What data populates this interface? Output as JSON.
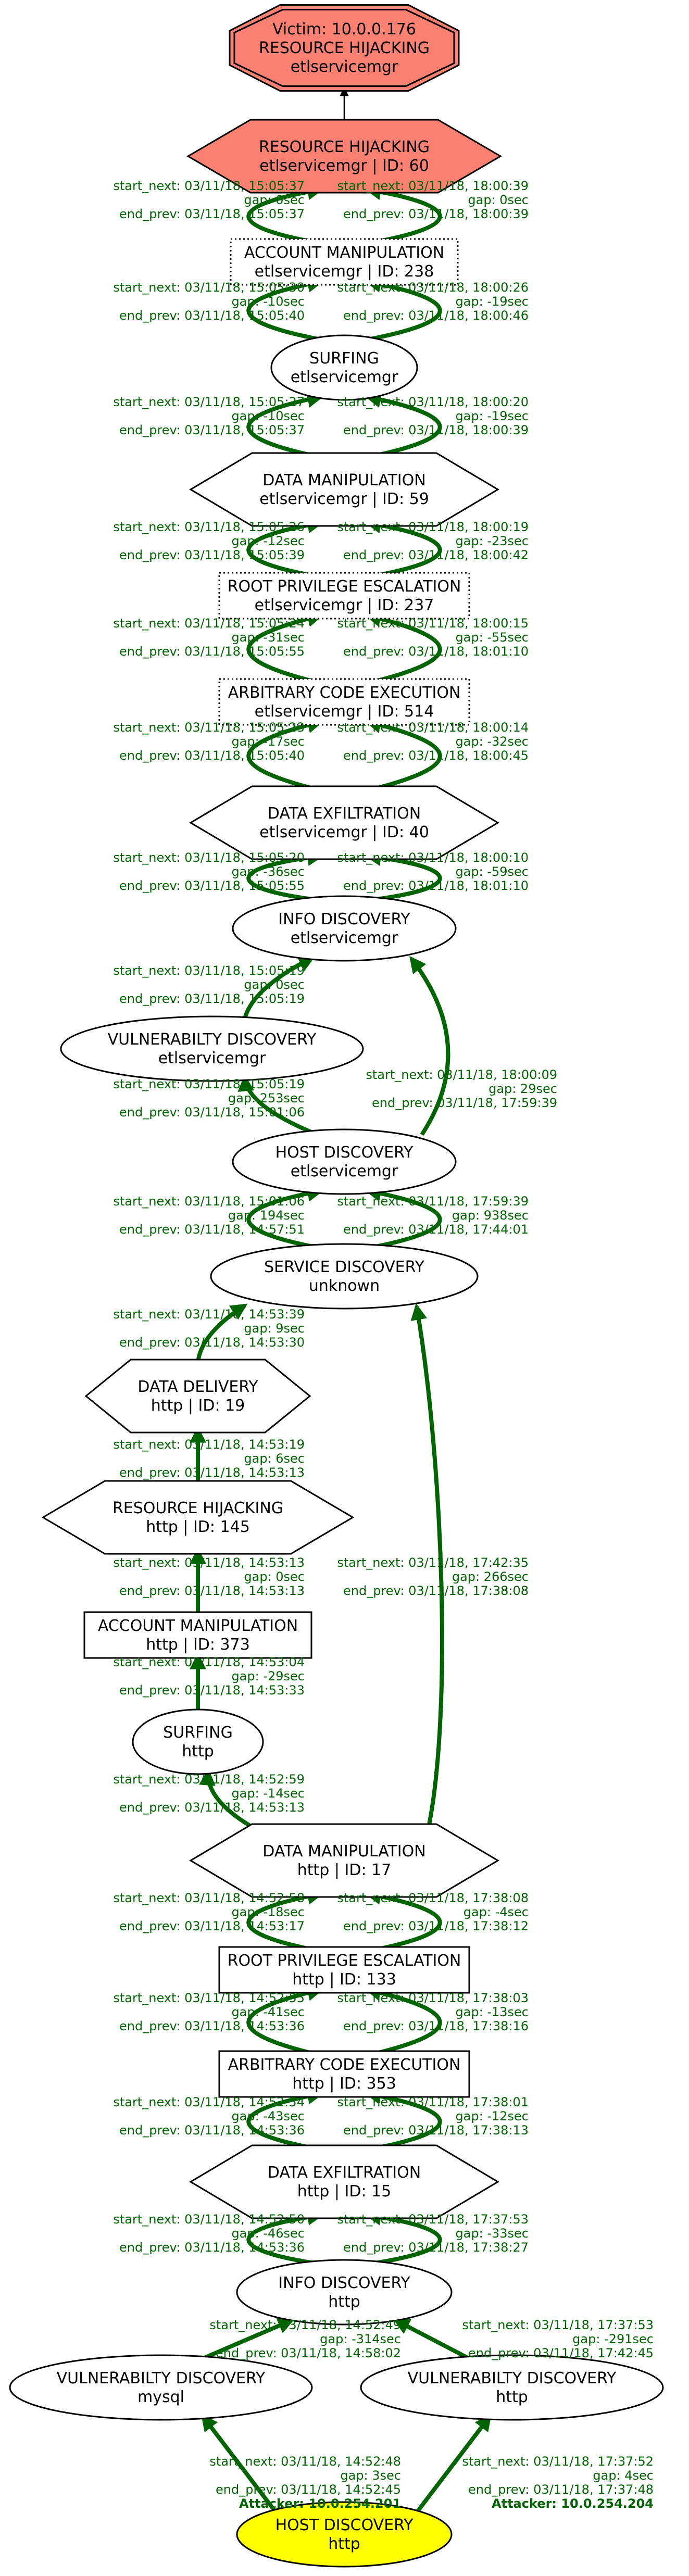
{
  "colors": {
    "edge": "#006400",
    "victim_fill": "#fa8072",
    "attacker_fill": "#ffff00",
    "node_fill": "#ffffff"
  },
  "nodes": [
    {
      "id": "victim",
      "shape": "doubleoctagon",
      "lines": [
        "Victim: 10.0.0.176",
        "RESOURCE HIJACKING",
        "etlservicemgr"
      ]
    },
    {
      "id": "rh60",
      "shape": "hexagon",
      "lines": [
        "RESOURCE HIJACKING",
        "etlservicemgr | ID: 60"
      ]
    },
    {
      "id": "am238",
      "shape": "box-dotted",
      "lines": [
        "ACCOUNT MANIPULATION",
        "etlservicemgr | ID: 238"
      ]
    },
    {
      "id": "surf_etl",
      "shape": "ellipse",
      "lines": [
        "SURFING",
        "etlservicemgr"
      ]
    },
    {
      "id": "dm59",
      "shape": "hexagon",
      "lines": [
        "DATA MANIPULATION",
        "etlservicemgr | ID: 59"
      ]
    },
    {
      "id": "rpe237",
      "shape": "box-dotted",
      "lines": [
        "ROOT PRIVILEGE ESCALATION",
        "etlservicemgr | ID: 237"
      ]
    },
    {
      "id": "ace514",
      "shape": "box-dotted",
      "lines": [
        "ARBITRARY CODE EXECUTION",
        "etlservicemgr | ID: 514"
      ]
    },
    {
      "id": "de40",
      "shape": "hexagon",
      "lines": [
        "DATA EXFILTRATION",
        "etlservicemgr | ID: 40"
      ]
    },
    {
      "id": "id_etl",
      "shape": "ellipse",
      "lines": [
        "INFO DISCOVERY",
        "etlservicemgr"
      ]
    },
    {
      "id": "vd_etl",
      "shape": "ellipse",
      "lines": [
        "VULNERABILTY DISCOVERY",
        "etlservicemgr"
      ]
    },
    {
      "id": "hd_etl",
      "shape": "ellipse",
      "lines": [
        "HOST DISCOVERY",
        "etlservicemgr"
      ]
    },
    {
      "id": "sd_unk",
      "shape": "ellipse",
      "lines": [
        "SERVICE DISCOVERY",
        "unknown"
      ]
    },
    {
      "id": "dd19",
      "shape": "hexagon",
      "lines": [
        "DATA DELIVERY",
        "http | ID: 19"
      ]
    },
    {
      "id": "rh145",
      "shape": "hexagon",
      "lines": [
        "RESOURCE HIJACKING",
        "http | ID: 145"
      ]
    },
    {
      "id": "am373",
      "shape": "box",
      "lines": [
        "ACCOUNT MANIPULATION",
        "http | ID: 373"
      ]
    },
    {
      "id": "surf_http",
      "shape": "ellipse",
      "lines": [
        "SURFING",
        "http"
      ]
    },
    {
      "id": "dm17",
      "shape": "hexagon",
      "lines": [
        "DATA MANIPULATION",
        "http | ID: 17"
      ]
    },
    {
      "id": "rpe133",
      "shape": "box",
      "lines": [
        "ROOT PRIVILEGE ESCALATION",
        "http | ID: 133"
      ]
    },
    {
      "id": "ace353",
      "shape": "box",
      "lines": [
        "ARBITRARY CODE EXECUTION",
        "http | ID: 353"
      ]
    },
    {
      "id": "de15",
      "shape": "hexagon",
      "lines": [
        "DATA EXFILTRATION",
        "http | ID: 15"
      ]
    },
    {
      "id": "id_http",
      "shape": "ellipse",
      "lines": [
        "INFO DISCOVERY",
        "http"
      ]
    },
    {
      "id": "vd_mysql",
      "shape": "ellipse",
      "lines": [
        "VULNERABILTY DISCOVERY",
        "mysql"
      ]
    },
    {
      "id": "vd_http",
      "shape": "ellipse",
      "lines": [
        "VULNERABILTY DISCOVERY",
        "http"
      ]
    },
    {
      "id": "hd_http",
      "shape": "ellipse",
      "lines": [
        "HOST DISCOVERY",
        "http"
      ]
    }
  ],
  "edge_labels": [
    {
      "id": "e_rh60_victim",
      "lines": []
    },
    {
      "id": "e1_am238_rh60",
      "lines": [
        "start_next: 03/11/18, 15:05:37",
        "gap: 0sec",
        "end_prev: 03/11/18, 15:05:37"
      ]
    },
    {
      "id": "e2_am238_rh60",
      "lines": [
        "start_next: 03/11/18, 18:00:39",
        "gap: 0sec",
        "end_prev: 03/11/18, 18:00:39"
      ]
    },
    {
      "id": "e1_surf_am238",
      "lines": [
        "start_next: 03/11/18, 15:05:30",
        "gap: -10sec",
        "end_prev: 03/11/18, 15:05:40"
      ]
    },
    {
      "id": "e2_surf_am238",
      "lines": [
        "start_next: 03/11/18, 18:00:26",
        "gap: -19sec",
        "end_prev: 03/11/18, 18:00:46"
      ]
    },
    {
      "id": "e1_dm59_surf",
      "lines": [
        "start_next: 03/11/18, 15:05:27",
        "gap: -10sec",
        "end_prev: 03/11/18, 15:05:37"
      ]
    },
    {
      "id": "e2_dm59_surf",
      "lines": [
        "start_next: 03/11/18, 18:00:20",
        "gap: -19sec",
        "end_prev: 03/11/18, 18:00:39"
      ]
    },
    {
      "id": "e1_rpe237_dm59",
      "lines": [
        "start_next: 03/11/18, 15:05:26",
        "gap: -12sec",
        "end_prev: 03/11/18, 15:05:39"
      ]
    },
    {
      "id": "e2_rpe237_dm59",
      "lines": [
        "start_next: 03/11/18, 18:00:19",
        "gap: -23sec",
        "end_prev: 03/11/18, 18:00:42"
      ]
    },
    {
      "id": "e1_ace514_rpe237",
      "lines": [
        "start_next: 03/11/18, 15:05:24",
        "gap: -31sec",
        "end_prev: 03/11/18, 15:05:55"
      ]
    },
    {
      "id": "e2_ace514_rpe237",
      "lines": [
        "start_next: 03/11/18, 18:00:15",
        "gap: -55sec",
        "end_prev: 03/11/18, 18:01:10"
      ]
    },
    {
      "id": "e1_de40_ace514",
      "lines": [
        "start_next: 03/11/18, 15:05:23",
        "gap: -17sec",
        "end_prev: 03/11/18, 15:05:40"
      ]
    },
    {
      "id": "e2_de40_ace514",
      "lines": [
        "start_next: 03/11/18, 18:00:14",
        "gap: -32sec",
        "end_prev: 03/11/18, 18:00:45"
      ]
    },
    {
      "id": "e1_id_de40",
      "lines": [
        "start_next: 03/11/18, 15:05:20",
        "gap: -36sec",
        "end_prev: 03/11/18, 15:05:55"
      ]
    },
    {
      "id": "e2_id_de40",
      "lines": [
        "start_next: 03/11/18, 18:00:10",
        "gap: -59sec",
        "end_prev: 03/11/18, 18:01:10"
      ]
    },
    {
      "id": "e_vd_id",
      "lines": [
        "start_next: 03/11/18, 15:05:19",
        "gap: 0sec",
        "end_prev: 03/11/18, 15:05:19"
      ]
    },
    {
      "id": "e_hd_id",
      "lines": [
        "start_next: 03/11/18, 18:00:09",
        "gap: 29sec",
        "end_prev: 03/11/18, 17:59:39"
      ]
    },
    {
      "id": "e_hd_vd",
      "lines": [
        "start_next: 03/11/18, 15:05:19",
        "gap: 253sec",
        "end_prev: 03/11/18, 15:01:06"
      ]
    },
    {
      "id": "e1_sd_hd",
      "lines": [
        "start_next: 03/11/18, 15:01:06",
        "gap: 194sec",
        "end_prev: 03/11/18, 14:57:51"
      ]
    },
    {
      "id": "e2_sd_hd",
      "lines": [
        "start_next: 03/11/18, 17:59:39",
        "gap: 938sec",
        "end_prev: 03/11/18, 17:44:01"
      ]
    },
    {
      "id": "e_dd_sd",
      "lines": [
        "start_next: 03/11/18, 14:53:39",
        "gap: 9sec",
        "end_prev: 03/11/18, 14:53:30"
      ]
    },
    {
      "id": "e_rh145_dd",
      "lines": [
        "start_next: 03/11/18, 14:53:19",
        "gap: 6sec",
        "end_prev: 03/11/18, 14:53:13"
      ]
    },
    {
      "id": "e_am373_rh145",
      "lines": [
        "start_next: 03/11/18, 14:53:13",
        "gap: 0sec",
        "end_prev: 03/11/18, 14:53:13"
      ]
    },
    {
      "id": "e_dm17_sd",
      "lines": [
        "start_next: 03/11/18, 17:42:35",
        "gap: 266sec",
        "end_prev: 03/11/18, 17:38:08"
      ]
    },
    {
      "id": "e_surf_am373",
      "lines": [
        "start_next: 03/11/18, 14:53:04",
        "gap: -29sec",
        "end_prev: 03/11/18, 14:53:33"
      ]
    },
    {
      "id": "e_dm17_surf",
      "lines": [
        "start_next: 03/11/18, 14:52:59",
        "gap: -14sec",
        "end_prev: 03/11/18, 14:53:13"
      ]
    },
    {
      "id": "e1_rpe133_dm17",
      "lines": [
        "start_next: 03/11/18, 14:52:58",
        "gap: -18sec",
        "end_prev: 03/11/18, 14:53:17"
      ]
    },
    {
      "id": "e2_rpe133_dm17",
      "lines": [
        "start_next: 03/11/18, 17:38:08",
        "gap: -4sec",
        "end_prev: 03/11/18, 17:38:12"
      ]
    },
    {
      "id": "e1_ace353_rpe133",
      "lines": [
        "start_next: 03/11/18, 14:52:55",
        "gap: -41sec",
        "end_prev: 03/11/18, 14:53:36"
      ]
    },
    {
      "id": "e2_ace353_rpe133",
      "lines": [
        "start_next: 03/11/18, 17:38:03",
        "gap: -13sec",
        "end_prev: 03/11/18, 17:38:16"
      ]
    },
    {
      "id": "e1_de15_ace353",
      "lines": [
        "start_next: 03/11/18, 14:52:54",
        "gap: -43sec",
        "end_prev: 03/11/18, 14:53:36"
      ]
    },
    {
      "id": "e2_de15_ace353",
      "lines": [
        "start_next: 03/11/18, 17:38:01",
        "gap: -12sec",
        "end_prev: 03/11/18, 17:38:13"
      ]
    },
    {
      "id": "e1_id_de15",
      "lines": [
        "start_next: 03/11/18, 14:52:50",
        "gap: -46sec",
        "end_prev: 03/11/18, 14:53:36"
      ]
    },
    {
      "id": "e2_id_de15",
      "lines": [
        "start_next: 03/11/18, 17:37:53",
        "gap: -33sec",
        "end_prev: 03/11/18, 17:38:27"
      ]
    },
    {
      "id": "e_vdmysql_id",
      "lines": [
        "start_next: 03/11/18, 14:52:49",
        "gap: -314sec",
        "end_prev: 03/11/18, 14:58:02"
      ]
    },
    {
      "id": "e_vdhttp_id",
      "lines": [
        "start_next: 03/11/18, 17:37:53",
        "gap: -291sec",
        "end_prev: 03/11/18, 17:42:45"
      ]
    },
    {
      "id": "e_hd_vdmysql",
      "lines": [
        "start_next: 03/11/18, 14:52:48",
        "gap: 3sec",
        "end_prev: 03/11/18, 14:52:45"
      ],
      "attacker": "Attacker: 10.0.254.201"
    },
    {
      "id": "e_hd_vdhttp",
      "lines": [
        "start_next: 03/11/18, 17:37:52",
        "gap: 4sec",
        "end_prev: 03/11/18, 17:37:48"
      ],
      "attacker": "Attacker: 10.0.254.204"
    }
  ]
}
